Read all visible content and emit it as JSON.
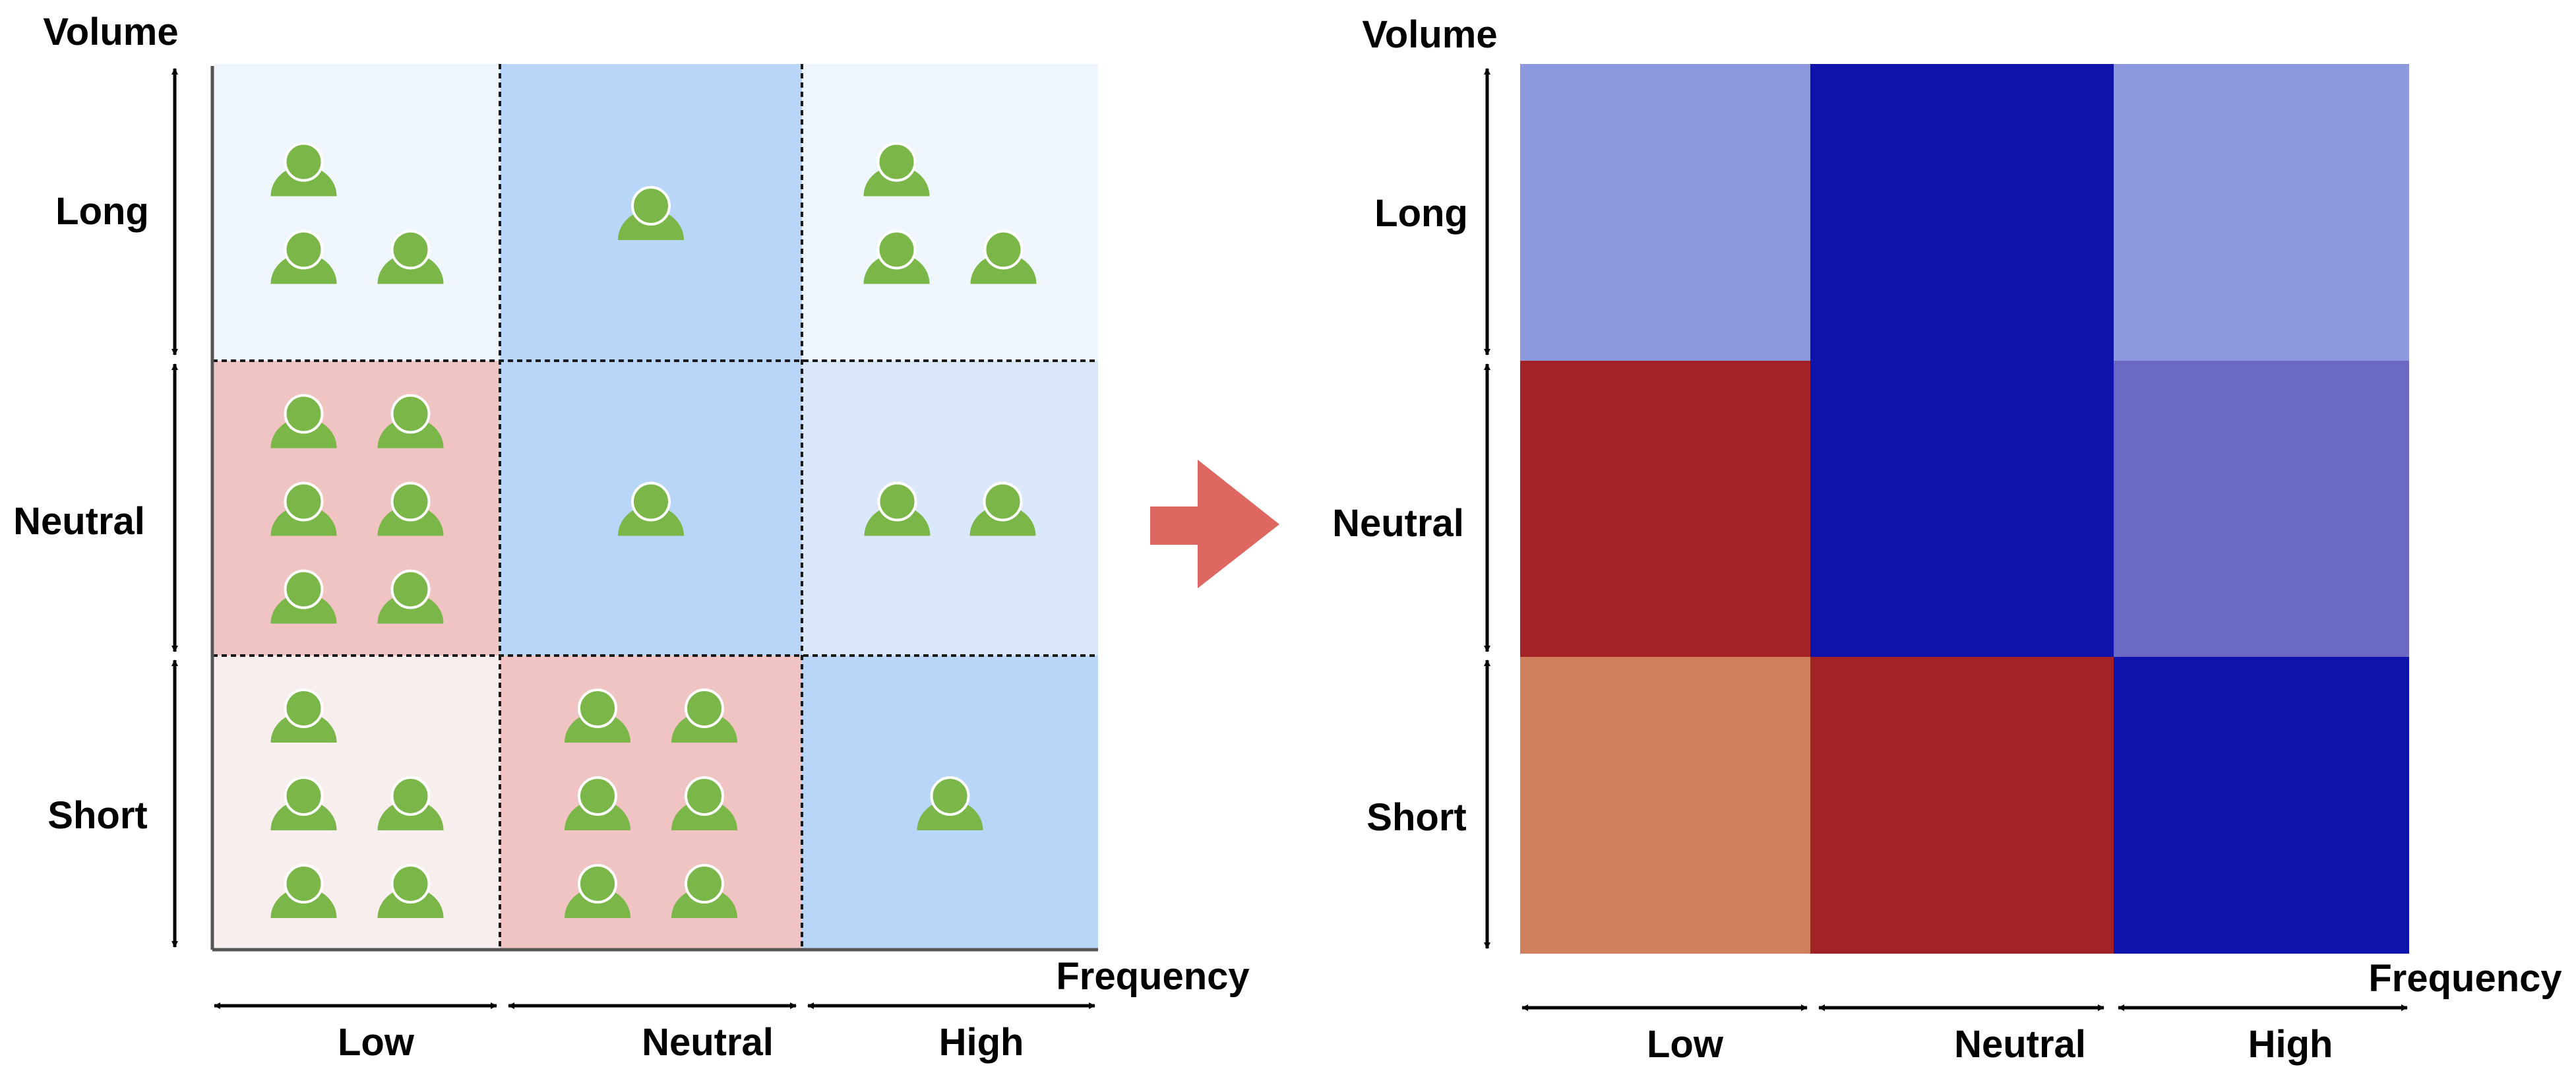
{
  "colors": {
    "person": "#7ab648",
    "axis_arrow": "#000000",
    "grid_line": "#1a1a1a",
    "axis_line": "#555555",
    "transform_arrow": "#de6762",
    "left_cell_light_blue": "#f0f6fe",
    "left_cell_mid_blue": "#dbe8fb",
    "left_cell_blue": "#b9d5f8",
    "left_cell_pink": "#f0c4c3",
    "left_cell_light_pink": "#f8eeee",
    "heat_light_blue": "#8c9add",
    "heat_dark_blue": "#0e13ac",
    "heat_mid_blue": "#6b69c4",
    "heat_dark_red": "#a22227",
    "heat_orange": "#cf805c"
  },
  "left_panel": {
    "y_title": "Volume",
    "x_title": "Frequency",
    "rows": [
      "Long",
      "Neutral",
      "Short"
    ],
    "cols": [
      "Low",
      "Neutral",
      "High"
    ],
    "people_counts": [
      [
        3,
        1,
        3
      ],
      [
        6,
        1,
        2
      ],
      [
        5,
        6,
        1
      ]
    ],
    "cell_colors": [
      [
        "left_cell_light_blue",
        "left_cell_blue",
        "left_cell_light_blue"
      ],
      [
        "left_cell_pink",
        "left_cell_blue",
        "left_cell_mid_blue"
      ],
      [
        "left_cell_light_pink",
        "left_cell_pink",
        "left_cell_blue"
      ]
    ]
  },
  "right_panel": {
    "y_title": "Volume",
    "x_title": "Frequency",
    "rows": [
      "Long",
      "Neutral",
      "Short"
    ],
    "cols": [
      "Low",
      "Neutral",
      "High"
    ],
    "cell_colors": [
      [
        "heat_light_blue",
        "heat_dark_blue",
        "heat_light_blue"
      ],
      [
        "heat_dark_red",
        "heat_dark_blue",
        "heat_mid_blue"
      ],
      [
        "heat_orange",
        "heat_dark_red",
        "heat_dark_blue"
      ]
    ]
  }
}
